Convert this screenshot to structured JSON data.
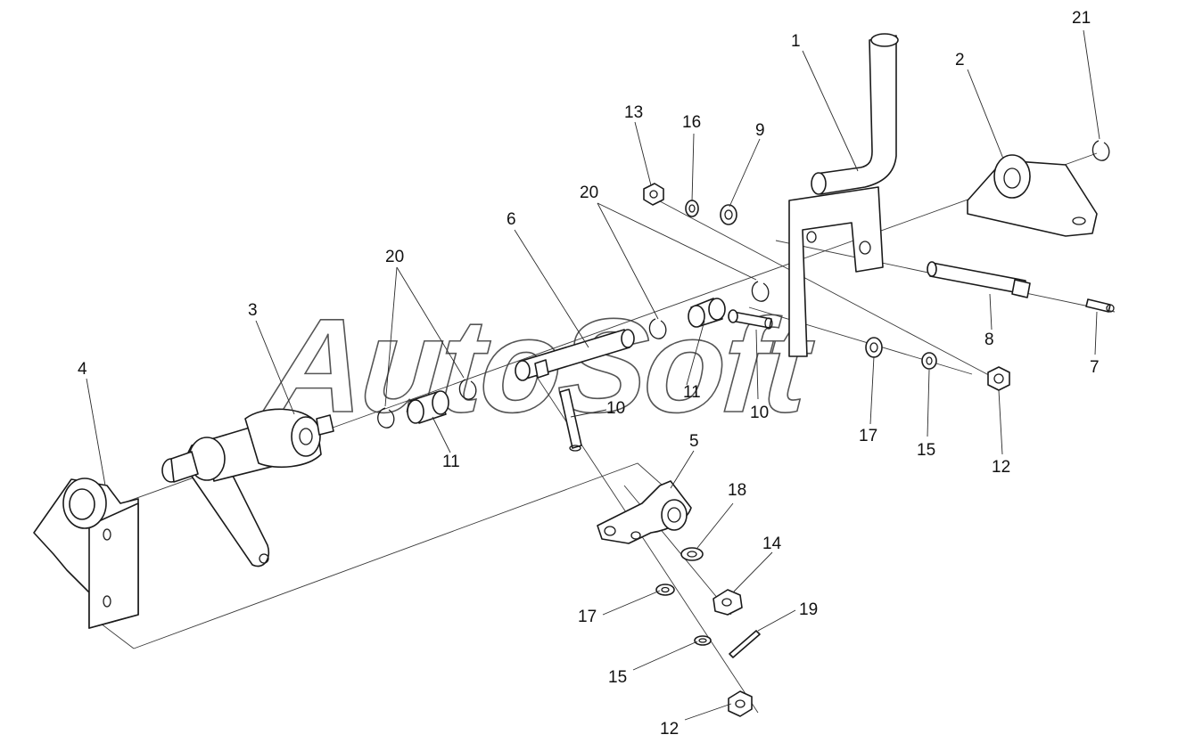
{
  "watermark": "AutoSoft",
  "callouts": {
    "c1": "1",
    "c2": "2",
    "c3": "3",
    "c4": "4",
    "c5": "5",
    "c6": "6",
    "c7": "7",
    "c8": "8",
    "c9": "9",
    "c10a": "10",
    "c10b": "10",
    "c11a": "11",
    "c11b": "11",
    "c12a": "12",
    "c12b": "12",
    "c13": "13",
    "c14": "14",
    "c15a": "15",
    "c15b": "15",
    "c16": "16",
    "c17a": "17",
    "c17b": "17",
    "c18": "18",
    "c19": "19",
    "c20a": "20",
    "c20b": "20",
    "c21": "21"
  },
  "colors": {
    "line": "#1a1a1a",
    "background": "#ffffff",
    "watermark": "#555555"
  }
}
